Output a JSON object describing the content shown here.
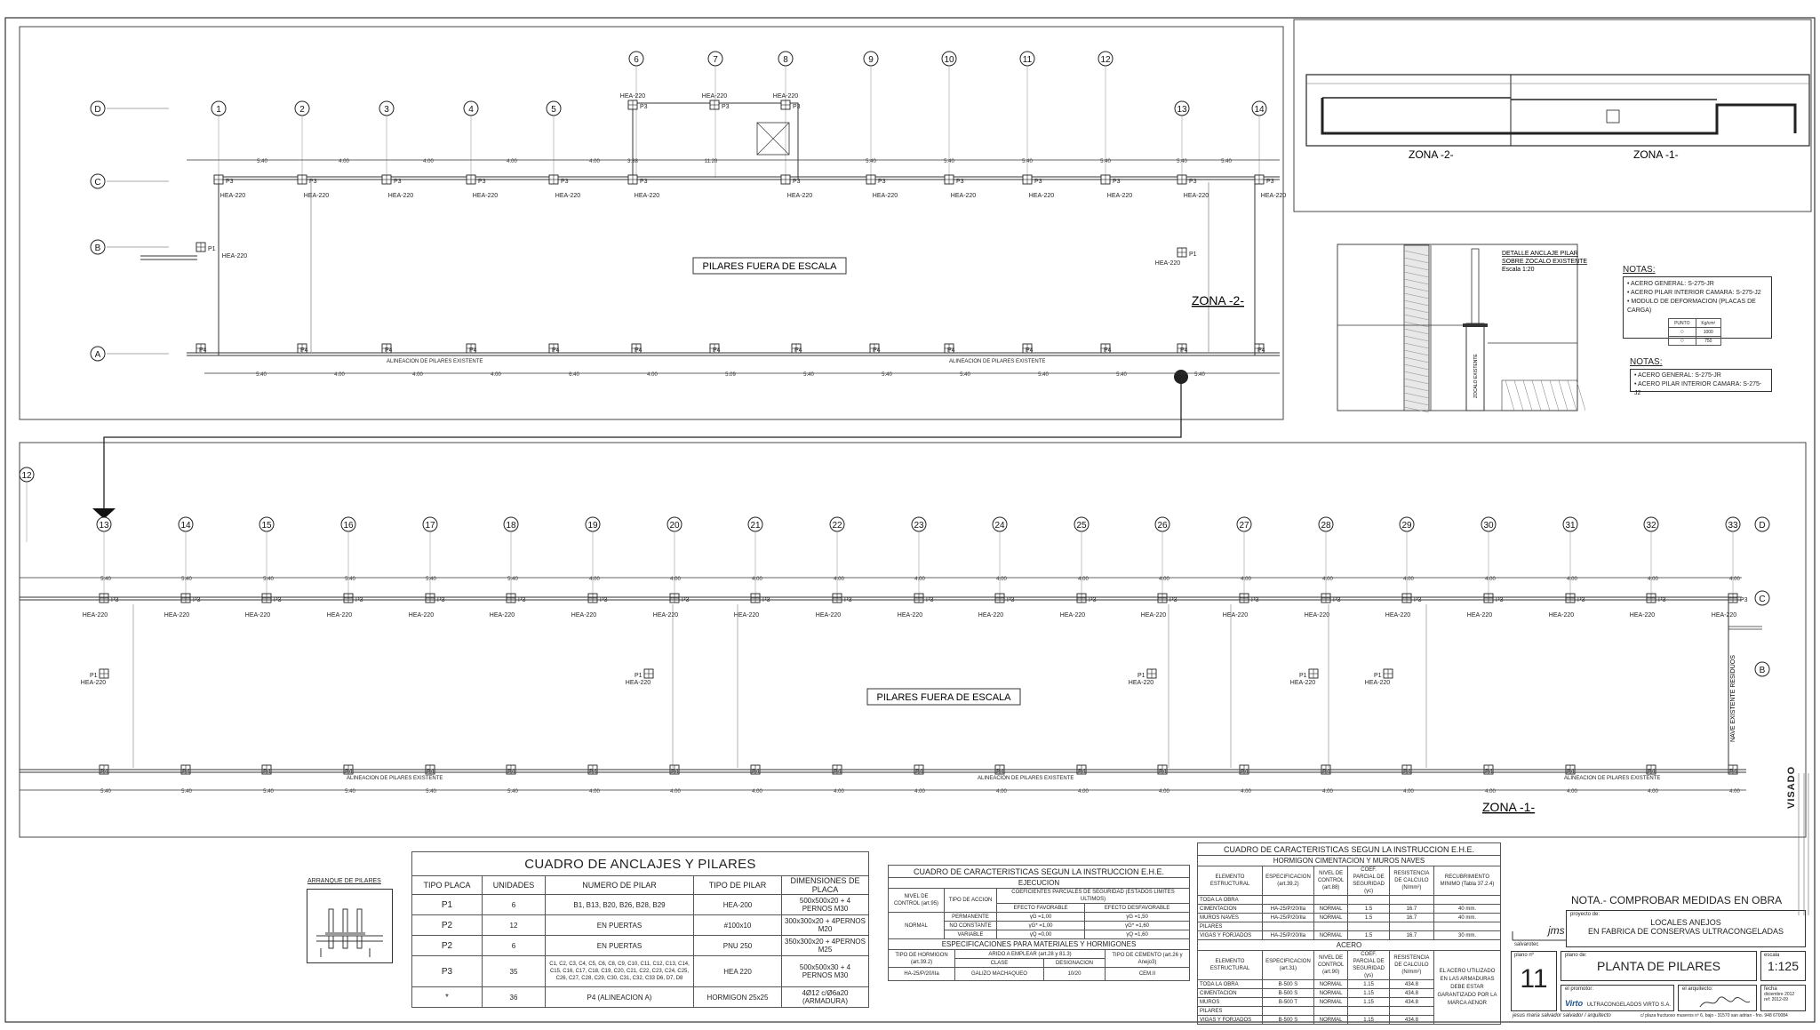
{
  "plan": {
    "zone2": {
      "label": "ZONA -2-",
      "note": "PILARES FUERA DE ESCALA",
      "axes_top": [
        "6",
        "7",
        "8",
        "9",
        "10",
        "11",
        "12"
      ],
      "axes_main": [
        "1",
        "2",
        "3",
        "4",
        "5",
        "13",
        "14"
      ],
      "rows": [
        "D",
        "C",
        "B",
        "A"
      ],
      "profile": "HEA-220",
      "alineacion": "ALINEACION DE PILARES EXISTENTE"
    },
    "zone1": {
      "label": "ZONA -1-",
      "note": "PILARES FUERA DE ESCALA",
      "axis_left": "12",
      "axes": [
        "13",
        "14",
        "15",
        "16",
        "17",
        "18",
        "19",
        "20",
        "21",
        "22",
        "23",
        "24",
        "25",
        "26",
        "27",
        "28",
        "29",
        "30",
        "31",
        "32",
        "33"
      ],
      "rows": [
        "D",
        "C",
        "B"
      ],
      "profile": "HEA-220",
      "alineacion": "ALINEACION DE PILARES EXISTENTE",
      "side_note": "NAVE EXISTENTE RESIDUOS"
    },
    "key_plan": {
      "zone2": "ZONA -2-",
      "zone1": "ZONA -1-"
    },
    "detail": {
      "title": "DETALLE ANCLAJE PILAR",
      "title2": "SOBRE ZOCALO EXISTENTE",
      "scale": "Escala 1:20",
      "wall": "ZOCALO EXISTENTE"
    },
    "dims_top": [
      "5.40",
      "4.00",
      "4.00",
      "4.00",
      "4.00",
      "3.38",
      "11.20",
      "5.40",
      "5.40",
      "5.40",
      "5.40",
      "5.40",
      "5.40"
    ],
    "dims_bottom": [
      "5.40",
      "5.40",
      "5.40",
      "5.40",
      "5.40",
      "5.40",
      "4.00",
      "4.00",
      "4.00",
      "4.00",
      "4.00",
      "4.00",
      "4.00",
      "4.00",
      "4.00",
      "4.00",
      "4.00",
      "4.00",
      "4.00",
      "4.00",
      "4.00"
    ]
  },
  "notes1": {
    "title": "NOTAS:",
    "lines": [
      "• ACERO GENERAL: S-275-JR",
      "• ACERO PILAR INTERIOR CAMARA: S-275-J2",
      "• MODULO DE DEFORMACION (PLACAS DE CARGA)"
    ],
    "legend_head": [
      "PUNTO",
      "Kg/cm²"
    ],
    "legend_rows": [
      [
        "○",
        "1000"
      ],
      [
        "○",
        "750"
      ]
    ]
  },
  "notes2": {
    "title": "NOTAS:",
    "lines": [
      "• ACERO GENERAL: S-275-JR",
      "• ACERO PILAR INTERIOR CAMARA: S-275-J2"
    ]
  },
  "arranque": {
    "title": "ARRANQUE DE PILARES"
  },
  "anclajes": {
    "title": "CUADRO DE ANCLAJES Y PILARES",
    "headers": [
      "TIPO PLACA",
      "UNIDADES",
      "NUMERO DE PILAR",
      "TIPO DE PILAR",
      "DIMENSIONES DE PLACA"
    ],
    "rows": [
      [
        "P1",
        "6",
        "B1, B13, B20, B26, B28, B29",
        "HEA-200",
        "500x500x20 + 4 PERNOS M30"
      ],
      [
        "P2",
        "12",
        "EN PUERTAS",
        "#100x10",
        "300x300x20 + 4PERNOS M20"
      ],
      [
        "P2",
        "6",
        "EN PUERTAS",
        "PNU 250",
        "350x300x20 + 4PERNOS M25"
      ],
      [
        "P3",
        "35",
        "C1, C2, C3, C4, C5, C6, C8, C9, C10, C11, C12, C13, C14, C15, C16, C17, C18, C19, C20, C21, C22, C23, C24, C25, C26, C27, C28, C29, C30, C31, C32, C33 D6, D7, D8",
        "HEA 220",
        "500x500x30 + 4 PERNOS M30"
      ],
      [
        "*",
        "36",
        "P4 (ALINEACION A)",
        "HORMIGON 25x25",
        "4Ø12 c/Ø6a20 (ARMADURA)"
      ]
    ]
  },
  "ehe1": {
    "title": "CUADRO DE CARACTERISTICAS SEGUN LA INSTRUCCION E.H.E.",
    "ejecucion": "EJECUCION",
    "h_nivel": "NIVEL DE CONTROL (art.95)",
    "h_tipo": "TIPO DE ACCION",
    "h_coef": "COEFICIENTES PARCIALES DE SEGURIDAD (ESTADOS LIMITES ULTIMOS)",
    "h_fav": "EFECTO FAVORABLE",
    "h_desf": "EFECTO DESFAVORABLE",
    "normal": "NORMAL",
    "acciones": [
      [
        "PERMANENTE",
        "γG =1,00",
        "γG =1,50"
      ],
      [
        "NO CONSTANTE",
        "γG* =1,00",
        "γG* =1,60"
      ],
      [
        "VARIABLE",
        "γQ =0,00",
        "γQ =1,60"
      ]
    ],
    "espec": "ESPECIFICACIONES PARA MATERIALES Y HORMIGONES",
    "h_horm": "TIPO DE HORMIGON (art.39.2)",
    "h_arido": "ARIDO A EMPLEAR (art.28 y 81.3)",
    "h_cem": "TIPO DE CEMENTO (art.26 y Anejo3)",
    "h_clase": "CLASE",
    "h_desig": "DESIGNACION",
    "row": [
      "HA-25/P/20/IIa",
      "GALIZO MACHAQUEO",
      "10/20",
      "CEM.II"
    ]
  },
  "ehe2": {
    "title": "CUADRO DE CARACTERISTICAS SEGUN LA INSTRUCCION E.H.E.",
    "sub1": "HORMIGON CIMENTACION Y MUROS NAVES",
    "headers": [
      "ELEMENTO ESTRUCTURAL",
      "ESPECIFICACION (art.39.2)",
      "NIVEL DE CONTROL (art.88)",
      "COEF. PARCIAL DE SEGURIDAD (γc)",
      "RESISTENCIA DE CALCULO (N/mm²)",
      "RECUBRIMIENTO MINIMO (Tabla 37.2.4)"
    ],
    "rows1": [
      [
        "TODA LA OBRA",
        "",
        "",
        "",
        "",
        ""
      ],
      [
        "CIMENTACION",
        "HA-25/P/20/IIa",
        "NORMAL",
        "1.5",
        "16.7",
        "40 mm."
      ],
      [
        "MUROS NAVES",
        "HA-25/P/20/IIa",
        "NORMAL",
        "1.5",
        "16.7",
        "40 mm."
      ],
      [
        "PILARES",
        "",
        "",
        "",
        "",
        ""
      ],
      [
        "VIGAS Y FORJADOS",
        "HA-25/P/20/IIa",
        "NORMAL",
        "1.5",
        "16.7",
        "30 mm."
      ]
    ],
    "sub2": "ACERO",
    "headers2": [
      "ELEMENTO ESTRUCTURAL",
      "ESPECIFICACION (art.31)",
      "NIVEL DE CONTROL (art.90)",
      "COEF. PARCIAL DE SEGURIDAD (γs)",
      "RESISTENCIA DE CALCULO (N/mm²)"
    ],
    "rows2": [
      [
        "TODA LA OBRA",
        "B-500 S",
        "NORMAL",
        "1.15",
        "434.8"
      ],
      [
        "CIMENTACION",
        "B-500 S",
        "NORMAL",
        "1.15",
        "434.8"
      ],
      [
        "MUROS",
        "B-500 T",
        "NORMAL",
        "1.15",
        "434.8"
      ],
      [
        "PILARES",
        "",
        "",
        "",
        ""
      ],
      [
        "VIGAS Y FORJADOS",
        "B-500 S",
        "NORMAL",
        "1.15",
        "434.8"
      ]
    ],
    "nota_acero": "EL ACERO UTILIZADO EN LAS ARMADURAS DEBE ESTAR GARANTIZADO POR LA MARCA AENOR"
  },
  "titleblock": {
    "nota": "NOTA.- COMPROBAR MEDIDAS EN OBRA",
    "proyecto_label": "proyecto de:",
    "proyecto1": "LOCALES ANEJOS",
    "proyecto2": "EN FABRICA DE CONSERVAS ULTRACONGELADAS",
    "plano_n_label": "plano nº",
    "plano_n": "11",
    "plano_label": "plano de:",
    "plano": "PLANTA DE PILARES",
    "escala_label": "escala",
    "escala": "1:125",
    "promotor_label": "el promotor:",
    "promotor": "ULTRACONGELADOS VIRTO S.A.",
    "arquitecto_label": "el arquitecto:",
    "logo": "jms",
    "logo_sub": "salvarotec",
    "firm": "jesus maria salvador salvador / arquitecto",
    "address": "c/ plaza fructuoso museros nº 6, bajo - 31570 san adrian - fno. 948 670084",
    "fecha_label": "fecha",
    "fecha": "diciembre 2012",
    "ref": "ref: 2012-09",
    "visado": "VISADO",
    "brand": "Virto"
  }
}
